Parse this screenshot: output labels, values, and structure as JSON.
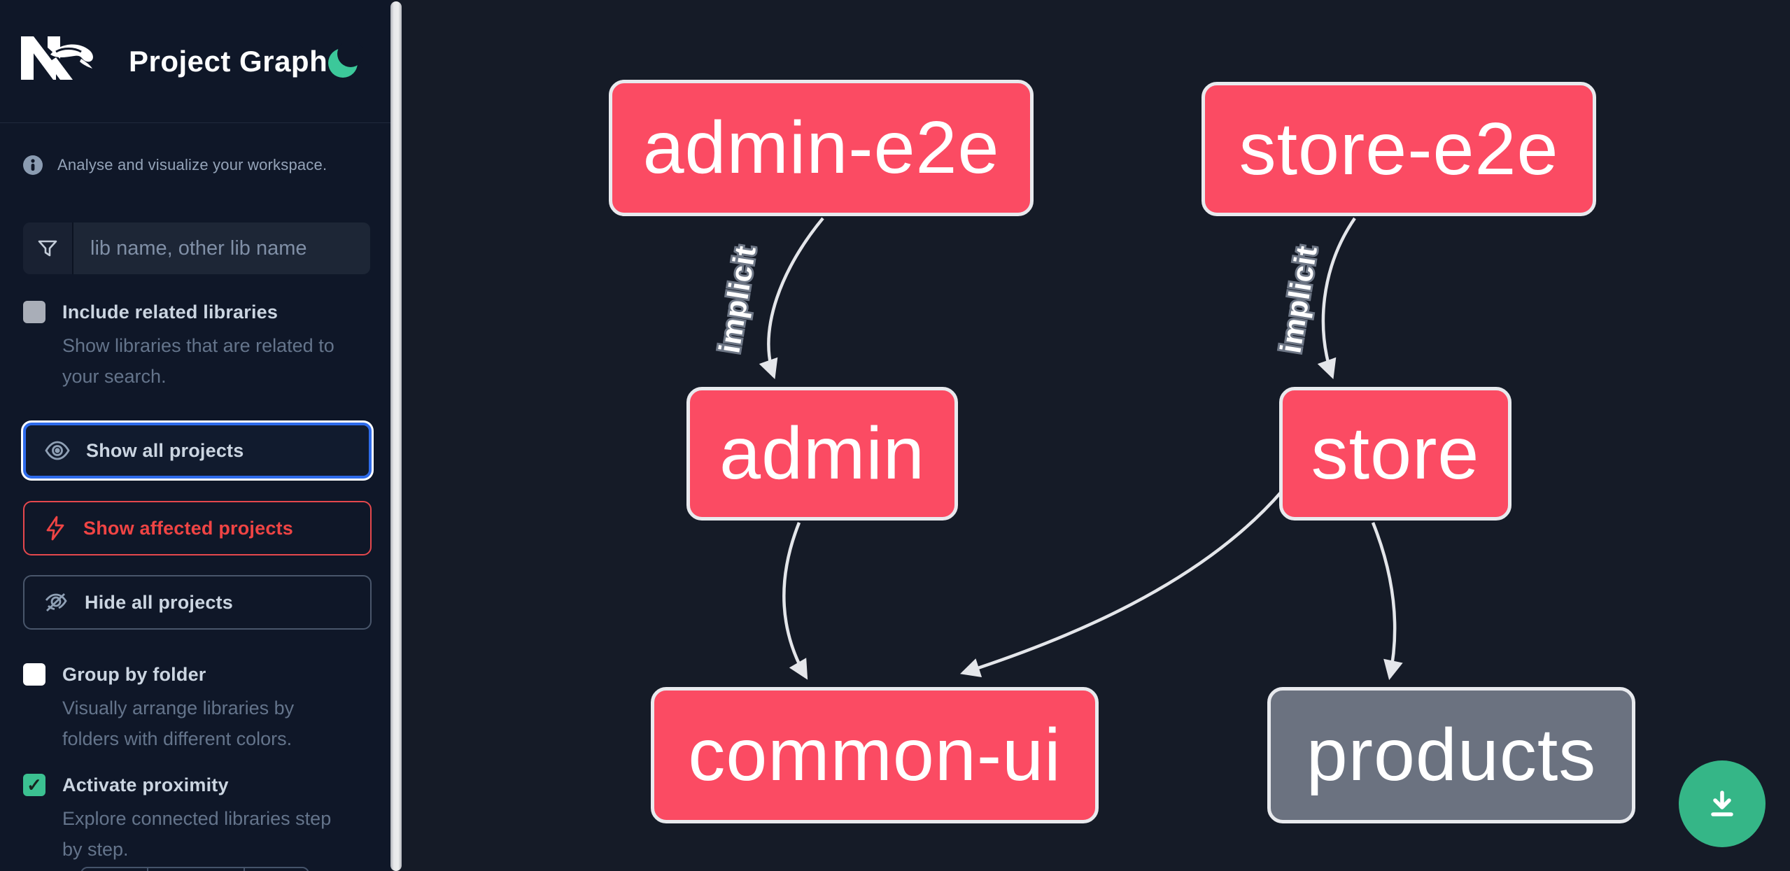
{
  "header": {
    "title": "Project Graph",
    "logo": "nx-logo",
    "theme_icon": "moon-dark-mode"
  },
  "sidebar": {
    "tagline": "Analyse and visualize your workspace.",
    "search": {
      "placeholder": "lib name, other lib name",
      "icon": "filter-funnel"
    },
    "toggle_include_related": {
      "label": "Include related libraries",
      "description": "Show libraries that are related to your search.",
      "checked": false
    },
    "button_show_all": {
      "label": "Show all projects",
      "focused": true
    },
    "button_show_affected": {
      "label": "Show affected projects"
    },
    "button_hide_all": {
      "label": "Hide all projects"
    },
    "toggle_group_by_folder": {
      "label": "Group by folder",
      "description": "Visually arrange libraries by folders with different colors.",
      "checked": false
    },
    "toggle_activate_proximity": {
      "label": "Activate proximity",
      "description": "Explore connected libraries step by step.",
      "checked": true,
      "check_glyph": "✓"
    }
  },
  "graph": {
    "nodes": [
      {
        "label": "admin-e2e",
        "color": "#fb4b63"
      },
      {
        "label": "store-e2e",
        "color": "#fb4b63"
      },
      {
        "label": "admin",
        "color": "#fb4b63"
      },
      {
        "label": "store",
        "color": "#fb4b63"
      },
      {
        "label": "common-ui",
        "color": "#fb4b63"
      },
      {
        "label": "products",
        "color": "#6b7280"
      }
    ],
    "edges": [
      {
        "from": "admin-e2e",
        "to": "admin",
        "label": "implicit"
      },
      {
        "from": "store-e2e",
        "to": "store",
        "label": "implicit"
      },
      {
        "from": "admin",
        "to": "common-ui",
        "label": ""
      },
      {
        "from": "store",
        "to": "common-ui",
        "label": ""
      },
      {
        "from": "store",
        "to": "products",
        "label": ""
      }
    ]
  },
  "fab": {
    "icon": "download"
  },
  "colors": {
    "sidebar_bg": "#0f1728",
    "canvas_bg": "#151b27",
    "node_pink": "#fb4b63",
    "node_gray": "#6b7280",
    "edge": "#e4e6ea",
    "focus_blue": "#2e6beb",
    "affected_red": "#ef4444",
    "accent_green": "#35b687"
  }
}
